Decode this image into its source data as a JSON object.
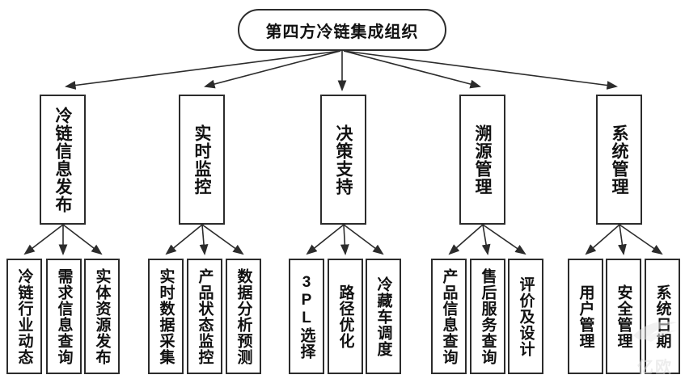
{
  "diagram": {
    "title": "第四方冷链集成组织",
    "root": "第四方冷链集成组织",
    "branches": [
      {
        "label": "冷链信息发布",
        "children": [
          "冷链行业动态",
          "需求信息查询",
          "实体资源发布"
        ]
      },
      {
        "label": "实时监控",
        "children": [
          "实时数据采集",
          "产品状态监控",
          "数据分析预测"
        ]
      },
      {
        "label": "决策支持",
        "children": [
          "3PL选择",
          "路径优化",
          "冷藏车调度"
        ]
      },
      {
        "label": "溯源管理",
        "children": [
          "产品信息查询",
          "售后服务查询",
          "评价及设计"
        ]
      },
      {
        "label": "系统管理",
        "children": [
          "用户管理",
          "安全管理",
          "系统日期"
        ]
      }
    ]
  },
  "watermark": {
    "text": "亿欧"
  },
  "colors": {
    "background": "#ffffff",
    "line": "#2c2c2c",
    "border": "#2c2c2c",
    "text": "#111111",
    "watermark": "#e0e0e0"
  }
}
